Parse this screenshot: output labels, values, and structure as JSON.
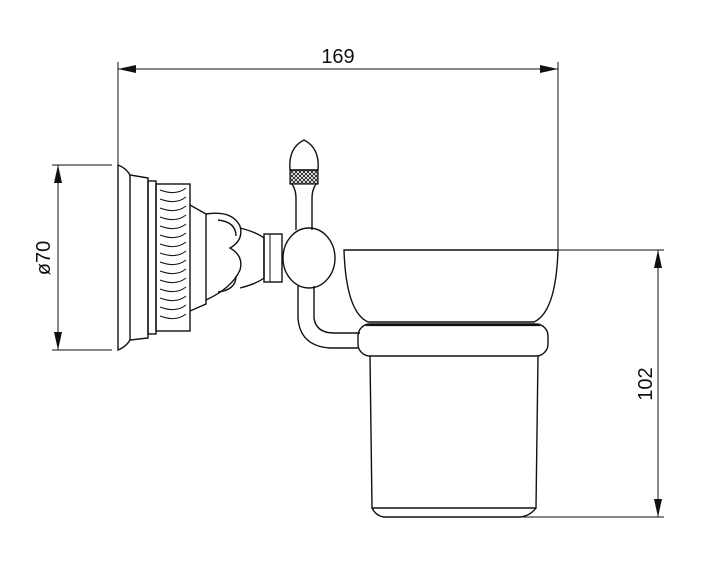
{
  "dimensions": {
    "width": "169",
    "diameter": "ø70",
    "height": "102"
  },
  "colors": {
    "line": "#111111",
    "background": "#ffffff"
  }
}
